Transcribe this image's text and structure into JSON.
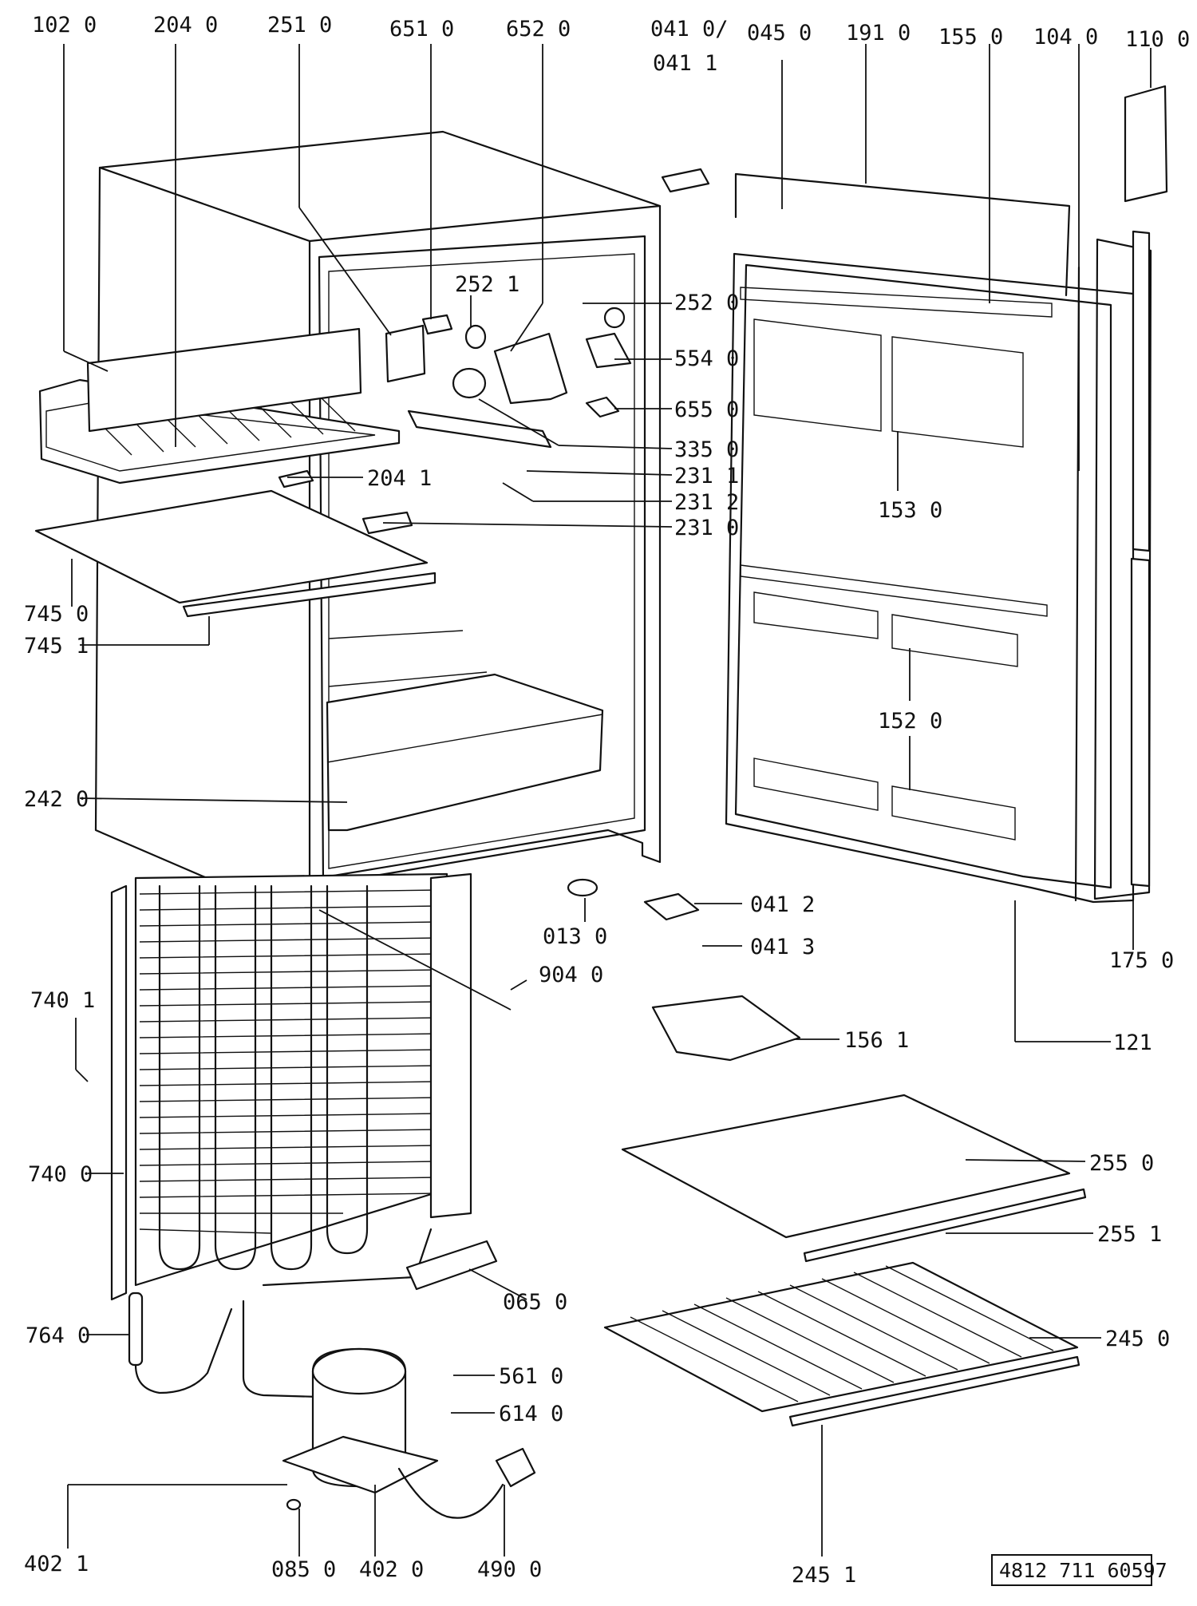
{
  "diagram": {
    "document_number": "4812 711 60597",
    "parts": [
      {
        "id": "p1020",
        "label": "102 0"
      },
      {
        "id": "p2040",
        "label": "204 0"
      },
      {
        "id": "p2510",
        "label": "251 0"
      },
      {
        "id": "p6510",
        "label": "651 0"
      },
      {
        "id": "p6520",
        "label": "652 0"
      },
      {
        "id": "p0410",
        "label": "041 0/"
      },
      {
        "id": "p0411",
        "label": "041 1"
      },
      {
        "id": "p0450",
        "label": "045 0"
      },
      {
        "id": "p1910",
        "label": "191 0"
      },
      {
        "id": "p1550",
        "label": "155 0"
      },
      {
        "id": "p1040",
        "label": "104 0"
      },
      {
        "id": "p1100",
        "label": "110 0"
      },
      {
        "id": "p2521",
        "label": "252 1"
      },
      {
        "id": "p2520",
        "label": "252 0"
      },
      {
        "id": "p5540",
        "label": "554 0"
      },
      {
        "id": "p6550",
        "label": "655 0"
      },
      {
        "id": "p3350",
        "label": "335 0"
      },
      {
        "id": "p2311",
        "label": "231 1"
      },
      {
        "id": "p2312",
        "label": "231 2"
      },
      {
        "id": "p2310",
        "label": "231 0"
      },
      {
        "id": "p2041",
        "label": "204 1"
      },
      {
        "id": "p1530",
        "label": "153 0"
      },
      {
        "id": "p7450",
        "label": "745 0"
      },
      {
        "id": "p7451",
        "label": "745 1"
      },
      {
        "id": "p1520",
        "label": "152 0"
      },
      {
        "id": "p2420",
        "label": "242 0"
      },
      {
        "id": "p0412",
        "label": "041 2"
      },
      {
        "id": "p0130",
        "label": "013 0"
      },
      {
        "id": "p0413",
        "label": "041 3"
      },
      {
        "id": "p1750",
        "label": "175 0"
      },
      {
        "id": "p9040",
        "label": "904 0"
      },
      {
        "id": "p7401",
        "label": "740 1"
      },
      {
        "id": "p1561",
        "label": "156 1"
      },
      {
        "id": "p1211",
        "label": "121"
      },
      {
        "id": "p2550",
        "label": "255 0"
      },
      {
        "id": "p7400",
        "label": "740 0"
      },
      {
        "id": "p2551",
        "label": "255 1"
      },
      {
        "id": "p0650",
        "label": "065 0"
      },
      {
        "id": "p2450",
        "label": "245 0"
      },
      {
        "id": "p7640",
        "label": "764 0"
      },
      {
        "id": "p5610",
        "label": "561 0"
      },
      {
        "id": "p6140",
        "label": "614 0"
      },
      {
        "id": "p4021",
        "label": "402 1"
      },
      {
        "id": "p0850",
        "label": "085 0"
      },
      {
        "id": "p4020",
        "label": "402 0"
      },
      {
        "id": "p4900",
        "label": "490 0"
      },
      {
        "id": "p2451",
        "label": "245 1"
      }
    ]
  }
}
